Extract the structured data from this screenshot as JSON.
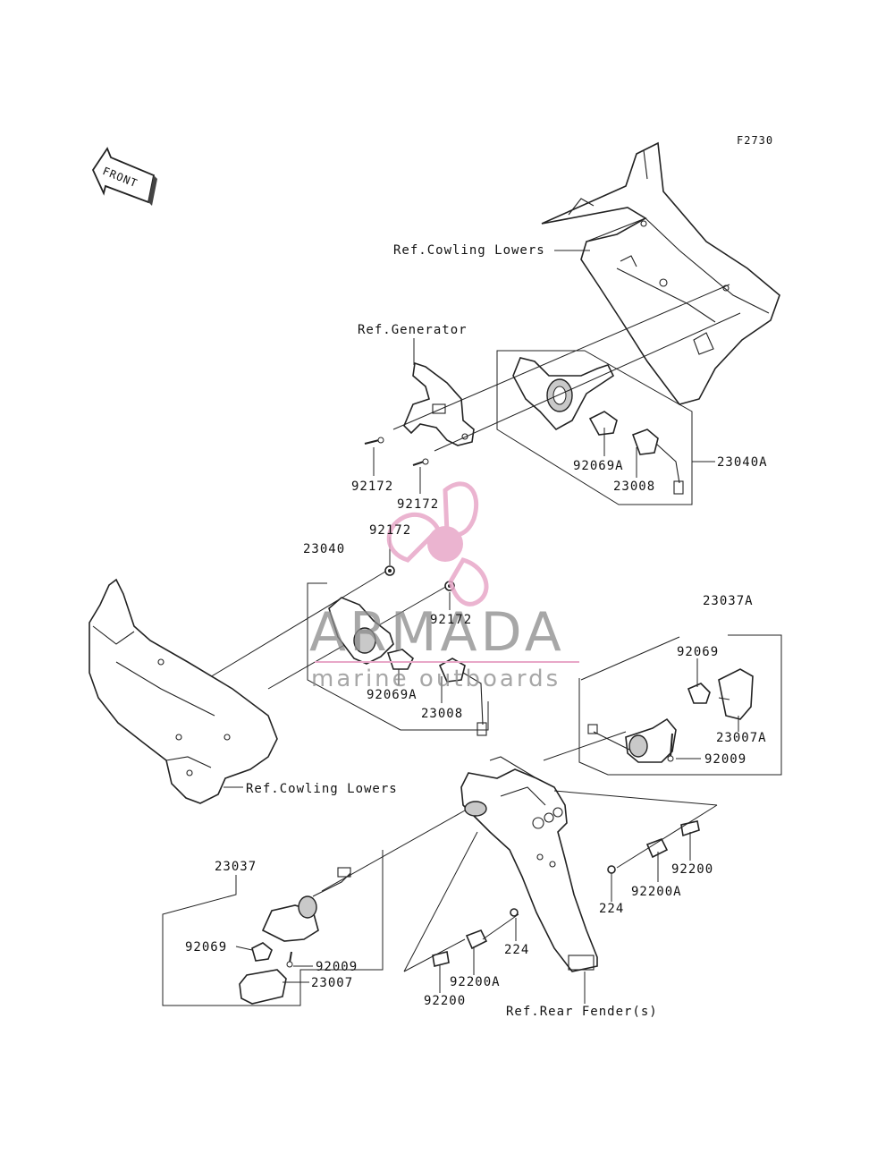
{
  "figure_code": "F2730",
  "front_arrow_label": "FRONT",
  "watermark": {
    "brand": "ARMADA",
    "tagline": "marine outboards",
    "accent_color": "#e8a7c8"
  },
  "labels": {
    "ref_cowling_upper": "Ref.Cowling Lowers",
    "ref_generator": "Ref.Generator",
    "p92172_a": "92172",
    "p92172_b": "92172",
    "p92172_c": "92172",
    "p92172_d": "92172",
    "p92069A_a": "92069A",
    "p23008_a": "23008",
    "p23040A": "23040A",
    "p23040": "23040",
    "p92069A_b": "92069A",
    "p23008_b": "23008",
    "ref_cowling_lower": "Ref.Cowling Lowers",
    "p23037A": "23037A",
    "p92069_a": "92069",
    "p23007A": "23007A",
    "p92009_a": "92009",
    "p92200_a": "92200",
    "p92200A_a": "92200A",
    "p224_a": "224",
    "p224_b": "224",
    "p92200A_b": "92200A",
    "p92200_b": "92200",
    "ref_rear_fender": "Ref.Rear Fender(s)",
    "p23037": "23037",
    "p92069_b": "92069",
    "p92009_b": "92009",
    "p23007": "23007"
  }
}
